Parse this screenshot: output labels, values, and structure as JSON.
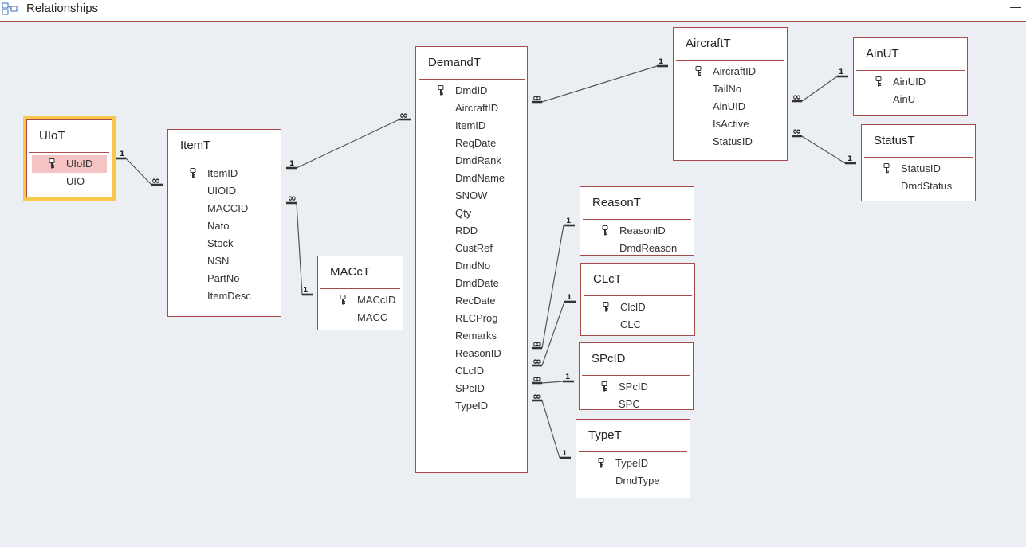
{
  "window": {
    "title": "Relationships"
  },
  "colors": {
    "border": "#a84a4a",
    "selected_outline": "#f6c94e",
    "highlight": "#f4c4c4",
    "background": "#ebeef2"
  },
  "tables": {
    "uiot": {
      "name": "UIoT",
      "fields": [
        "UIoID",
        "UIO"
      ]
    },
    "itemt": {
      "name": "ItemT",
      "fields": [
        "ItemID",
        "UIOID",
        "MACCID",
        "Nato",
        "Stock",
        "NSN",
        "PartNo",
        "ItemDesc"
      ]
    },
    "macct": {
      "name": "MACcT",
      "fields": [
        "MACcID",
        "MACC"
      ]
    },
    "demandt": {
      "name": "DemandT",
      "fields": [
        "DmdID",
        "AircraftID",
        "ItemID",
        "ReqDate",
        "DmdRank",
        "DmdName",
        "SNOW",
        "Qty",
        "RDD",
        "CustRef",
        "DmdNo",
        "DmdDate",
        "RecDate",
        "RLCProg",
        "Remarks",
        "ReasonID",
        "CLcID",
        "SPcID",
        "TypeID"
      ]
    },
    "aircraftt": {
      "name": "AircraftT",
      "fields": [
        "AircraftID",
        "TailNo",
        "AinUID",
        "IsActive",
        "StatusID"
      ]
    },
    "ainut": {
      "name": "AinUT",
      "fields": [
        "AinUID",
        "AinU"
      ]
    },
    "statust": {
      "name": "StatusT",
      "fields": [
        "StatusID",
        "DmdStatus"
      ]
    },
    "reasont": {
      "name": "ReasonT",
      "fields": [
        "ReasonID",
        "DmdReason"
      ]
    },
    "clct": {
      "name": "CLcT",
      "fields": [
        "ClcID",
        "CLC"
      ]
    },
    "spcid": {
      "name": "SPcID",
      "fields": [
        "SPcID",
        "SPC"
      ]
    },
    "typet": {
      "name": "TypeT",
      "fields": [
        "TypeID",
        "DmdType"
      ]
    }
  },
  "cardinality": {
    "one": "1",
    "many": "∞"
  }
}
